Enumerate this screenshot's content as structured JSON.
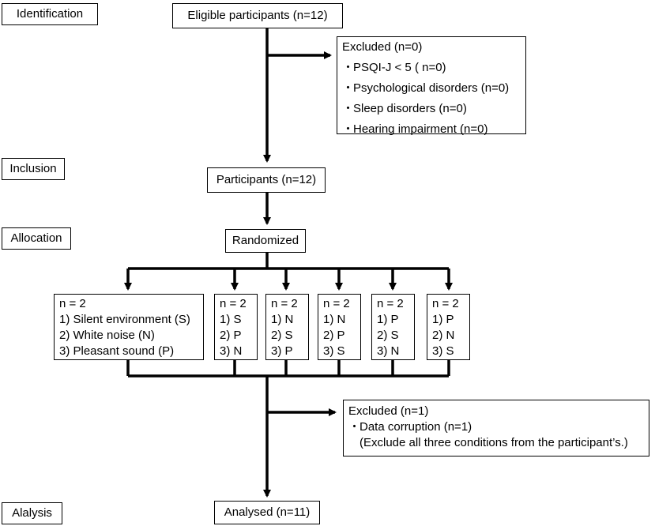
{
  "stages": {
    "identification": "Identification",
    "inclusion": "Inclusion",
    "allocation": "Allocation",
    "analysis": "Alalysis"
  },
  "boxes": {
    "eligible": "Eligible participants (n=12)",
    "excluded_first": {
      "title": "Excluded (n=0)",
      "items": [
        "PSQI-J < 5 ( n=0)",
        "Psychological disorders (n=0)",
        "Sleep disorders (n=0)",
        "Hearing impairment  (n=0)"
      ]
    },
    "participants": "Participants (n=12)",
    "randomized": "Randomized",
    "groups": [
      {
        "n": "n = 2",
        "lines": [
          "1) Silent environment (S)",
          "2) White noise (N)",
          "3) Pleasant sound (P)"
        ]
      },
      {
        "n": "n = 2",
        "lines": [
          "1) S",
          "2) P",
          "3) N"
        ]
      },
      {
        "n": "n = 2",
        "lines": [
          "1) N",
          "2) S",
          "3) P"
        ]
      },
      {
        "n": "n = 2",
        "lines": [
          "1) N",
          "2) P",
          "3) S"
        ]
      },
      {
        "n": "n = 2",
        "lines": [
          "1) P",
          "2) S",
          "3) N"
        ]
      },
      {
        "n": "n = 2",
        "lines": [
          "1) P",
          "2) N",
          "3) S"
        ]
      }
    ],
    "excluded_second": {
      "title": "Excluded (n=1)",
      "item": "Data corruption (n=1)",
      "note": "(Exclude all three conditions from the participant’s.)"
    },
    "analysed": "Analysed (n=11)"
  },
  "bullet_symbol": "・"
}
